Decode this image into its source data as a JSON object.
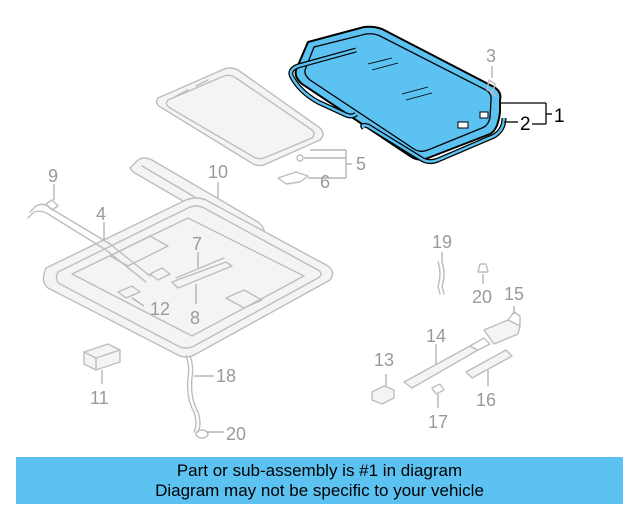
{
  "callouts": {
    "c1": "1",
    "c2": "2",
    "c3": "3",
    "c4": "4",
    "c5": "5",
    "c6": "6",
    "c7": "7",
    "c8": "8",
    "c9": "9",
    "c10": "10",
    "c11": "11",
    "c12": "12",
    "c13": "13",
    "c14": "14",
    "c15": "15",
    "c16": "16",
    "c17": "17",
    "c18": "18",
    "c19": "19",
    "c20a": "20",
    "c20b": "20"
  },
  "banner": {
    "line1": "Part or sub-assembly is #1 in diagram",
    "line2": "Diagram may not be specific to your vehicle"
  },
  "colors": {
    "highlight": "#5bc2f2",
    "banner": "#5bc2f2",
    "line": "#bdbdbd"
  }
}
